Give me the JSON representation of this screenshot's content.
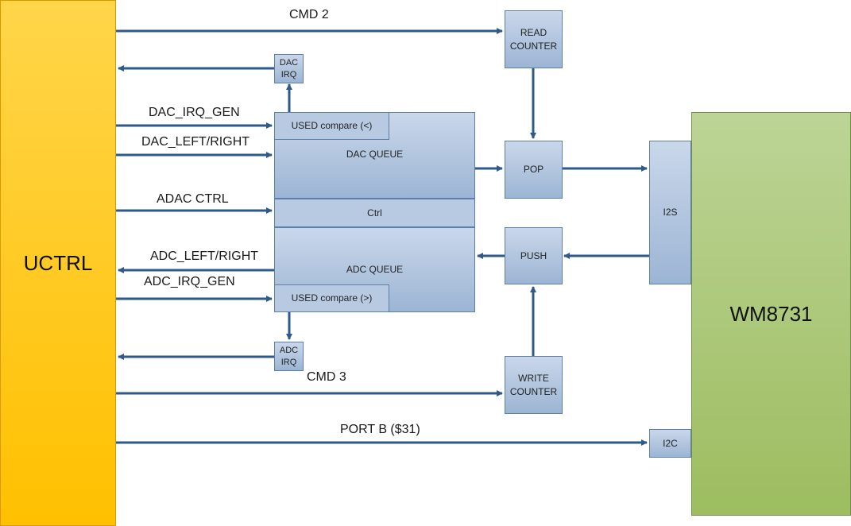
{
  "blocks": {
    "uctrl": "UCTRL",
    "wm8731": "WM8731",
    "read_counter": "READ\nCOUNTER",
    "dac_irq": "DAC\nIRQ",
    "dac_used_compare": "USED compare (<)",
    "dac_queue": "DAC QUEUE",
    "ctrl": "Ctrl",
    "adc_queue": "ADC QUEUE",
    "adc_used_compare": "USED compare (>)",
    "adc_irq": "ADC\nIRQ",
    "pop": "POP",
    "push": "PUSH",
    "write_counter": "WRITE\nCOUNTER",
    "i2s": "I2S",
    "i2c": "I2C"
  },
  "signals": {
    "cmd2": "CMD 2",
    "dac_irq_gen": "DAC_IRQ_GEN",
    "dac_left_right": "DAC_LEFT/RIGHT",
    "adac_ctrl": "ADAC CTRL",
    "adc_left_right": "ADC_LEFT/RIGHT",
    "adc_irq_gen": "ADC_IRQ_GEN",
    "cmd3": "CMD 3",
    "port_b": "PORT B ($31)"
  },
  "colors": {
    "arrow": "#2e5a8a",
    "uctrl_fill": "#ffc000",
    "wm_fill": "#a9c46c",
    "block_fill": "#b8cae2"
  }
}
